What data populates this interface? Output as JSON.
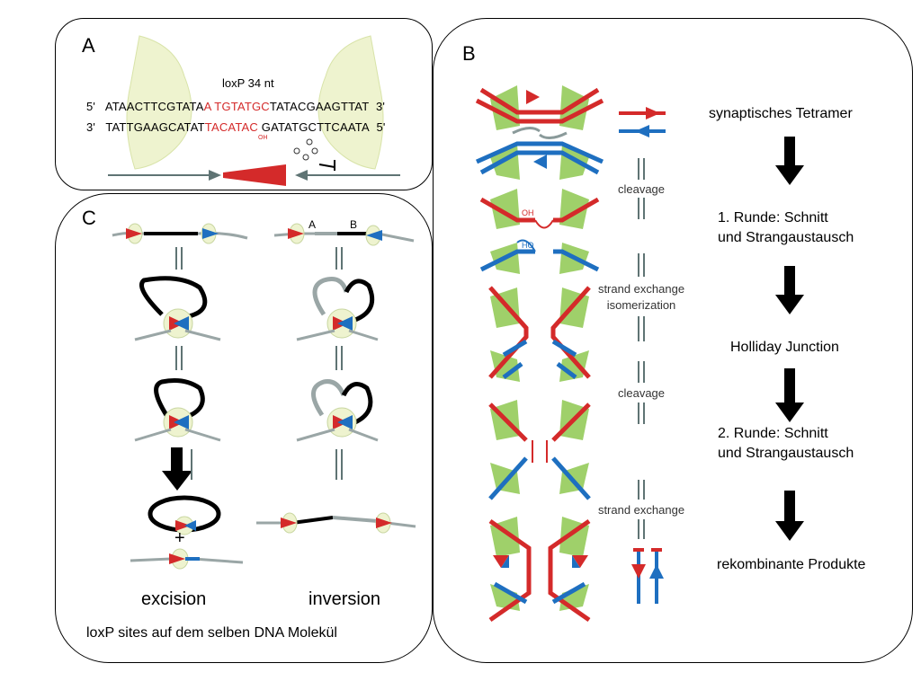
{
  "panel_a": {
    "label": "A",
    "loxp_label": "loxP 34 nt",
    "top_prefix": "5'",
    "top_seq_left": "ATAACTTCGTATA",
    "top_seq_mid": "A TGTATGC",
    "top_seq_right": "TATACGAAGTTAT",
    "top_suffix": "3'",
    "bottom_prefix": "3'",
    "bottom_seq_left": "TATTGAAGCATAT",
    "bottom_seq_mid": "TACATAC",
    "bottom_seq_right": "GATATGCTTCAATA",
    "bottom_suffix": "5'",
    "oh_label": "OH"
  },
  "panel_b": {
    "label": "B",
    "steps": [
      "cleavage",
      "strand exchange",
      "isomerization",
      "cleavage",
      "strand exchange"
    ],
    "stages": [
      "synaptisches Tetramer",
      "1. Runde: Schnitt",
      "und Strangaustausch",
      "Holliday Junction",
      "2. Runde: Schnitt",
      "und Strangaustausch",
      "rekombinante Produkte"
    ],
    "oh_label": "OH",
    "ho_label": "HO"
  },
  "panel_c": {
    "label": "C",
    "excision": "excision",
    "inversion": "inversion",
    "footer": "loxP sites auf dem selben DNA Molekül",
    "label_a": "A",
    "label_b": "B",
    "plus": "+"
  },
  "colors": {
    "red": "#d42a2a",
    "blue": "#1e6fc0",
    "green": "#9fd06a",
    "pale": "#eef3cf",
    "gray": "#5f7474"
  }
}
